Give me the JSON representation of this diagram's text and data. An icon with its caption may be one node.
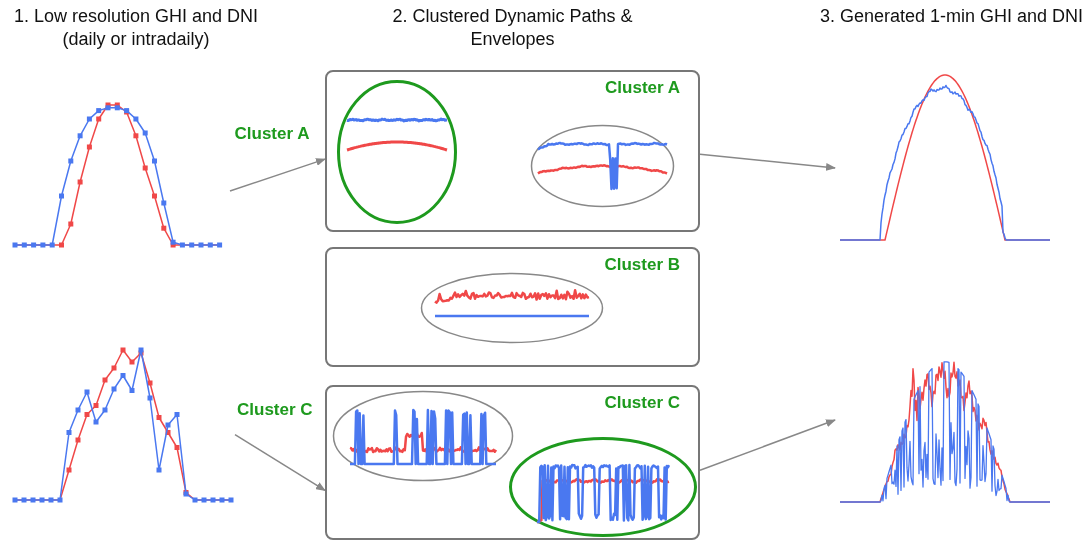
{
  "diagram": {
    "nodes": [
      {
        "text": [],
        "shape": "picture"
      },
      {
        "text": [],
        "shape": "picture"
      },
      {
        "text": [
          "Cluster A"
        ]
      },
      {
        "text": [],
        "shape": "ellipse",
        "in": 2
      },
      {
        "text": [],
        "shape": "ellipse",
        "in": 2
      },
      {
        "text": [
          "Cluster B"
        ]
      },
      {
        "text": [],
        "shape": "ellipse",
        "in": 5
      },
      {
        "text": [
          "Cluster C"
        ]
      },
      {
        "text": [],
        "shape": "ellipse",
        "in": 7
      },
      {
        "text": [],
        "shape": "ellipse",
        "in": 7
      },
      {
        "text": [],
        "shape": "picture"
      },
      {
        "text": [],
        "shape": "picture"
      }
    ],
    "edges": [
      {
        "from": 0,
        "to": 2,
        "arrow": "to",
        "label": "Cluster A"
      },
      {
        "from": 1,
        "to": 7,
        "arrow": "to",
        "label": "Cluster C"
      },
      {
        "from": 2,
        "to": 10,
        "arrow": "to"
      },
      {
        "from": 7,
        "to": 11,
        "arrow": "to"
      }
    ],
    "labels": [
      "1. Low resolution GHI and DNI (daily or intradaily)",
      "2. Clustered Dynamic Paths & Envelopes",
      "3. Generated 1-min GHI and DNI"
    ]
  }
}
